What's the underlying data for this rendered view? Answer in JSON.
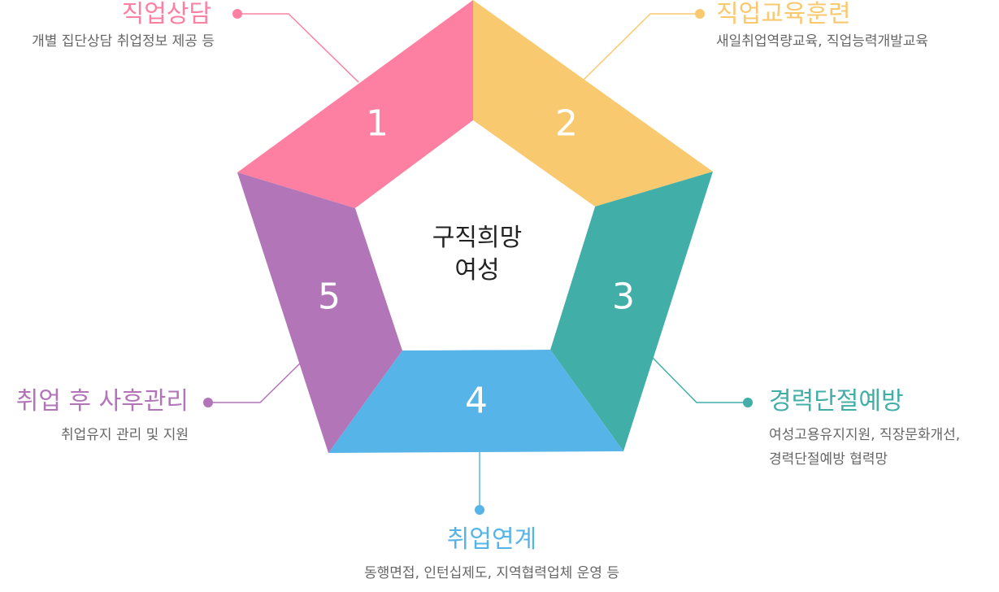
{
  "center": {
    "line1": "구직희망",
    "line2": "여성"
  },
  "segments": [
    {
      "number": "1",
      "title": "직업상담",
      "desc": [
        "개별 집단상담 취업정보 제공 등"
      ],
      "color": "#FD80A2"
    },
    {
      "number": "2",
      "title": "직업교육훈련",
      "desc": [
        "새일취업역량교육, 직업능력개발교육"
      ],
      "color": "#F9C970"
    },
    {
      "number": "3",
      "title": "경력단절예방",
      "desc": [
        "여성고용유지지원, 직장문화개선,",
        "경력단절예방 협력망"
      ],
      "color": "#41AEA8"
    },
    {
      "number": "4",
      "title": "취업연계",
      "desc": [
        "동행면접, 인턴십제도, 지역협력업체 운영 등"
      ],
      "color": "#57B4E8"
    },
    {
      "number": "5",
      "title": "취업 후 사후관리",
      "desc": [
        "취업유지 관리 및 지원"
      ],
      "color": "#B175B8"
    }
  ]
}
